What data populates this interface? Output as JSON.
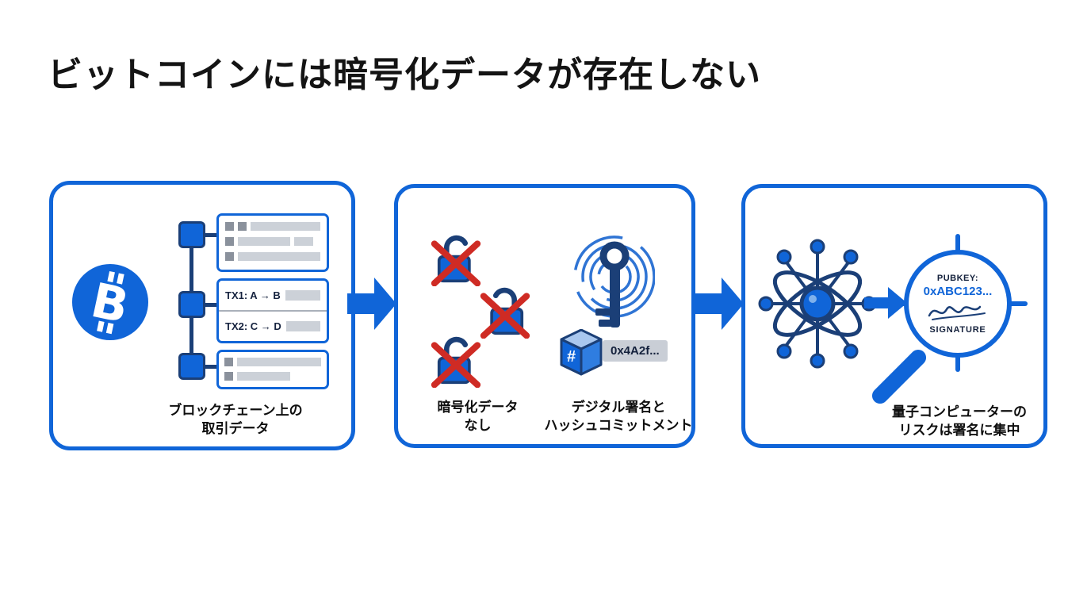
{
  "title": "ビットコインには暗号化データが存在しない",
  "colors": {
    "primary_blue": "#1065d8",
    "navy_outline": "#1b3f77",
    "cross_red": "#cf2b24",
    "light_gray": "#ccd1d8",
    "dark_gray": "#8a919c",
    "text": "#141414"
  },
  "panel_blockchain": {
    "caption": "ブロックチェーン上の\n取引データ",
    "tx_rows": [
      "TX1: A → B",
      "TX2: C → D"
    ]
  },
  "panel_encryption": {
    "caption_no_encryption": "暗号化データ\nなし",
    "caption_signature": "デジタル署名と\nハッシュコミットメント",
    "hash_symbol": "#",
    "hash_value": "0x4A2f..."
  },
  "panel_quantum": {
    "pubkey_label": "PUBKEY:",
    "pubkey_value": "0xABC123...",
    "signature_label": "SIGNATURE",
    "caption": "量子コンピューターの\nリスクは署名に集中"
  },
  "icons": {
    "bitcoin-icon": "blue circle with ₿",
    "lock-crossed-icon": "open padlock with red X",
    "fingerprint-key-icon": "fingerprint with key",
    "hash-cube-icon": "cube with # symbol",
    "quantum-computer-icon": "atom with circuit nodes",
    "magnifier-target-icon": "magnifier over crosshair target",
    "flow-arrow-icon": "solid right arrow"
  }
}
